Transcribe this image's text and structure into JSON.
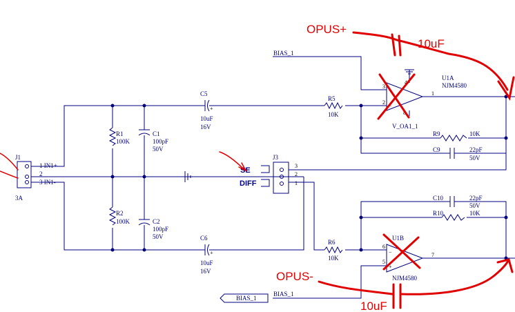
{
  "colors": {
    "wire": "#000080",
    "dot": "#000080",
    "annotation": "#e00000",
    "background": "#ffffff"
  },
  "connectors": {
    "j1": {
      "ref": "J1",
      "value": "3A",
      "pins": [
        "1 IN1+",
        "2",
        "3 IN1-"
      ]
    },
    "j3": {
      "ref": "J3",
      "pins": [
        "3",
        "2",
        "1"
      ],
      "se": "SE",
      "diff": "DIFF"
    }
  },
  "resistors": {
    "r1": {
      "ref": "R1",
      "value": "100K"
    },
    "r2": {
      "ref": "R2",
      "value": "100K"
    },
    "r5": {
      "ref": "R5",
      "value": "10K"
    },
    "r6": {
      "ref": "R6",
      "value": "10K"
    },
    "r9": {
      "ref": "R9",
      "value": "10K"
    },
    "r10": {
      "ref": "R10",
      "value": "10K"
    }
  },
  "capacitors": {
    "c1": {
      "ref": "C1",
      "value": "100pF",
      "voltage": "50V"
    },
    "c2": {
      "ref": "C2",
      "value": "100pF",
      "voltage": "50V"
    },
    "c5": {
      "ref": "C5",
      "value": "10uF",
      "voltage": "16V"
    },
    "c6": {
      "ref": "C6",
      "value": "10uF",
      "voltage": "16V"
    },
    "c9": {
      "ref": "C9",
      "value": "22pF",
      "voltage": "50V"
    },
    "c10": {
      "ref": "C10",
      "value": "22pF",
      "voltage": "50V"
    }
  },
  "opamps": {
    "u1a": {
      "ref": "U1A",
      "part": "NJM4580",
      "extra": "V_OA1_1",
      "pins": [
        "3",
        "2",
        "1",
        "4",
        "8"
      ]
    },
    "u1b": {
      "ref": "U1B",
      "part": "NJM4580",
      "pins": [
        "6",
        "5",
        "7"
      ]
    }
  },
  "nets": {
    "bias_top": "BIAS_1",
    "bias_port": "BIAS_1",
    "bias_bottom": "BIAS_1"
  },
  "annotations": {
    "opus_plus": "OPUS+",
    "opus_minus": "OPUS-",
    "cap_top": "10uF",
    "cap_bottom": "10uF"
  },
  "symbols": {
    "ground": "ground-icon",
    "cross": "cross-mark-icon"
  }
}
